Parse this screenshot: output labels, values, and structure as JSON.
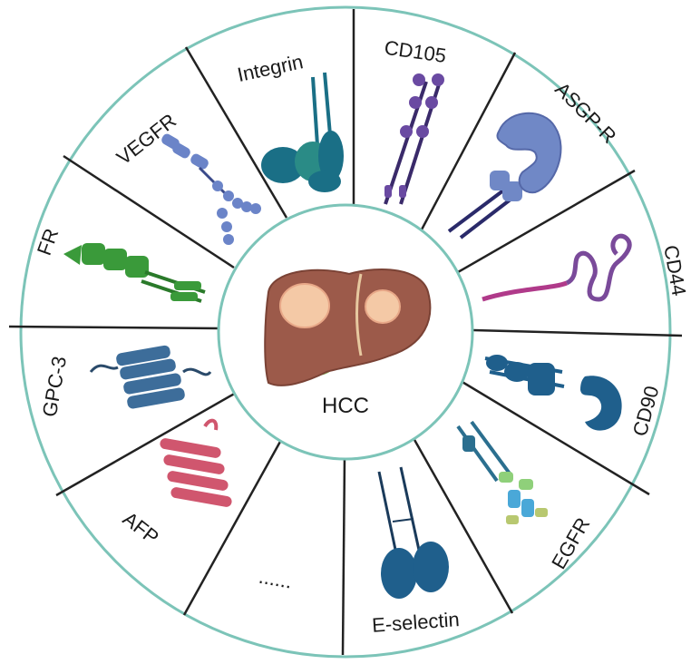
{
  "center": {
    "label": "HCC",
    "icon": "liver-icon"
  },
  "colors": {
    "ring_stroke": "#7cc4b8",
    "divider": "#222222",
    "liver": "#9c5a4a",
    "tumor": "#f4c9a6",
    "gallbladder": "#8ebf6e",
    "vegfr": "#6b84c8",
    "integrin": "#1a6f86",
    "cd105": "#5a3f8a",
    "asgpr": "#7088c6",
    "cd44": "#7a4a9a",
    "cd90": "#1f5f8c",
    "egfr": "#2b6f8f",
    "eselectin": "#1f5f8c",
    "afp": "#d0566e",
    "gpc3": "#3d6d9a",
    "fr": "#3a9a3a"
  },
  "segments": [
    {
      "key": "integrin",
      "label": "Integrin",
      "icon": "integrin-icon"
    },
    {
      "key": "cd105",
      "label": "CD105",
      "icon": "cd105-icon"
    },
    {
      "key": "asgpr",
      "label": "ASGP-R",
      "icon": "asgpr-icon"
    },
    {
      "key": "cd44",
      "label": "CD44",
      "icon": "cd44-icon"
    },
    {
      "key": "cd90",
      "label": "CD90",
      "icon": "cd90-icon"
    },
    {
      "key": "egfr",
      "label": "EGFR",
      "icon": "egfr-icon"
    },
    {
      "key": "eselectin",
      "label": "E-selectin",
      "icon": "eselectin-icon"
    },
    {
      "key": "more",
      "label": "......",
      "icon": ""
    },
    {
      "key": "afp",
      "label": "AFP",
      "icon": "afp-icon"
    },
    {
      "key": "gpc3",
      "label": "GPC-3",
      "icon": "gpc3-icon"
    },
    {
      "key": "fr",
      "label": "FR",
      "icon": "fr-icon"
    },
    {
      "key": "vegfr",
      "label": "VEGFR",
      "icon": "vegfr-icon"
    }
  ]
}
